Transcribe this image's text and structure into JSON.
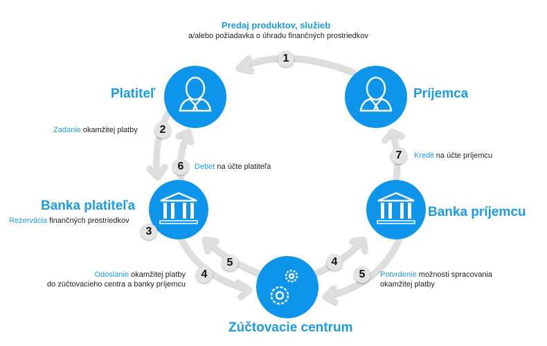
{
  "colors": {
    "accent": "#1a9be8",
    "arrow": "#dedede"
  },
  "nodes": {
    "payer": "Platiteľ",
    "payee": "Príjemca",
    "payer_bank": "Banka platiteľa",
    "payee_bank": "Banka príjemcu",
    "clearing": "Zúčtovacie centrum"
  },
  "steps": {
    "s1": {
      "num": "1",
      "title": "Predaj produktov, služieb",
      "text": "a/alebo požiadavka o úhradu finančných prostriedkov"
    },
    "s2": {
      "num": "2",
      "hl": "Zadanie",
      "text": " okamžitej platby"
    },
    "s3": {
      "num": "3",
      "hl": "Rezervácia",
      "text": " finančných prostriedkov"
    },
    "s4": {
      "num": "4",
      "hl": "Odoslanie",
      "text": " okamžitej platby",
      "text2": "do zúčtovacieho centra a banky príjemcu"
    },
    "s5": {
      "num": "5",
      "hl": "Potvrdenie",
      "text": " možnosti spracovania",
      "text2": "okamžitej platby"
    },
    "s6": {
      "num": "6",
      "hl": "Debet",
      "text": " na účte platiteľa"
    },
    "s7": {
      "num": "7",
      "hl": "Kredit",
      "text": " na účte príjemcu"
    }
  },
  "icons": {
    "person": "person-icon",
    "bank": "bank-icon",
    "gears": "gears-icon"
  }
}
